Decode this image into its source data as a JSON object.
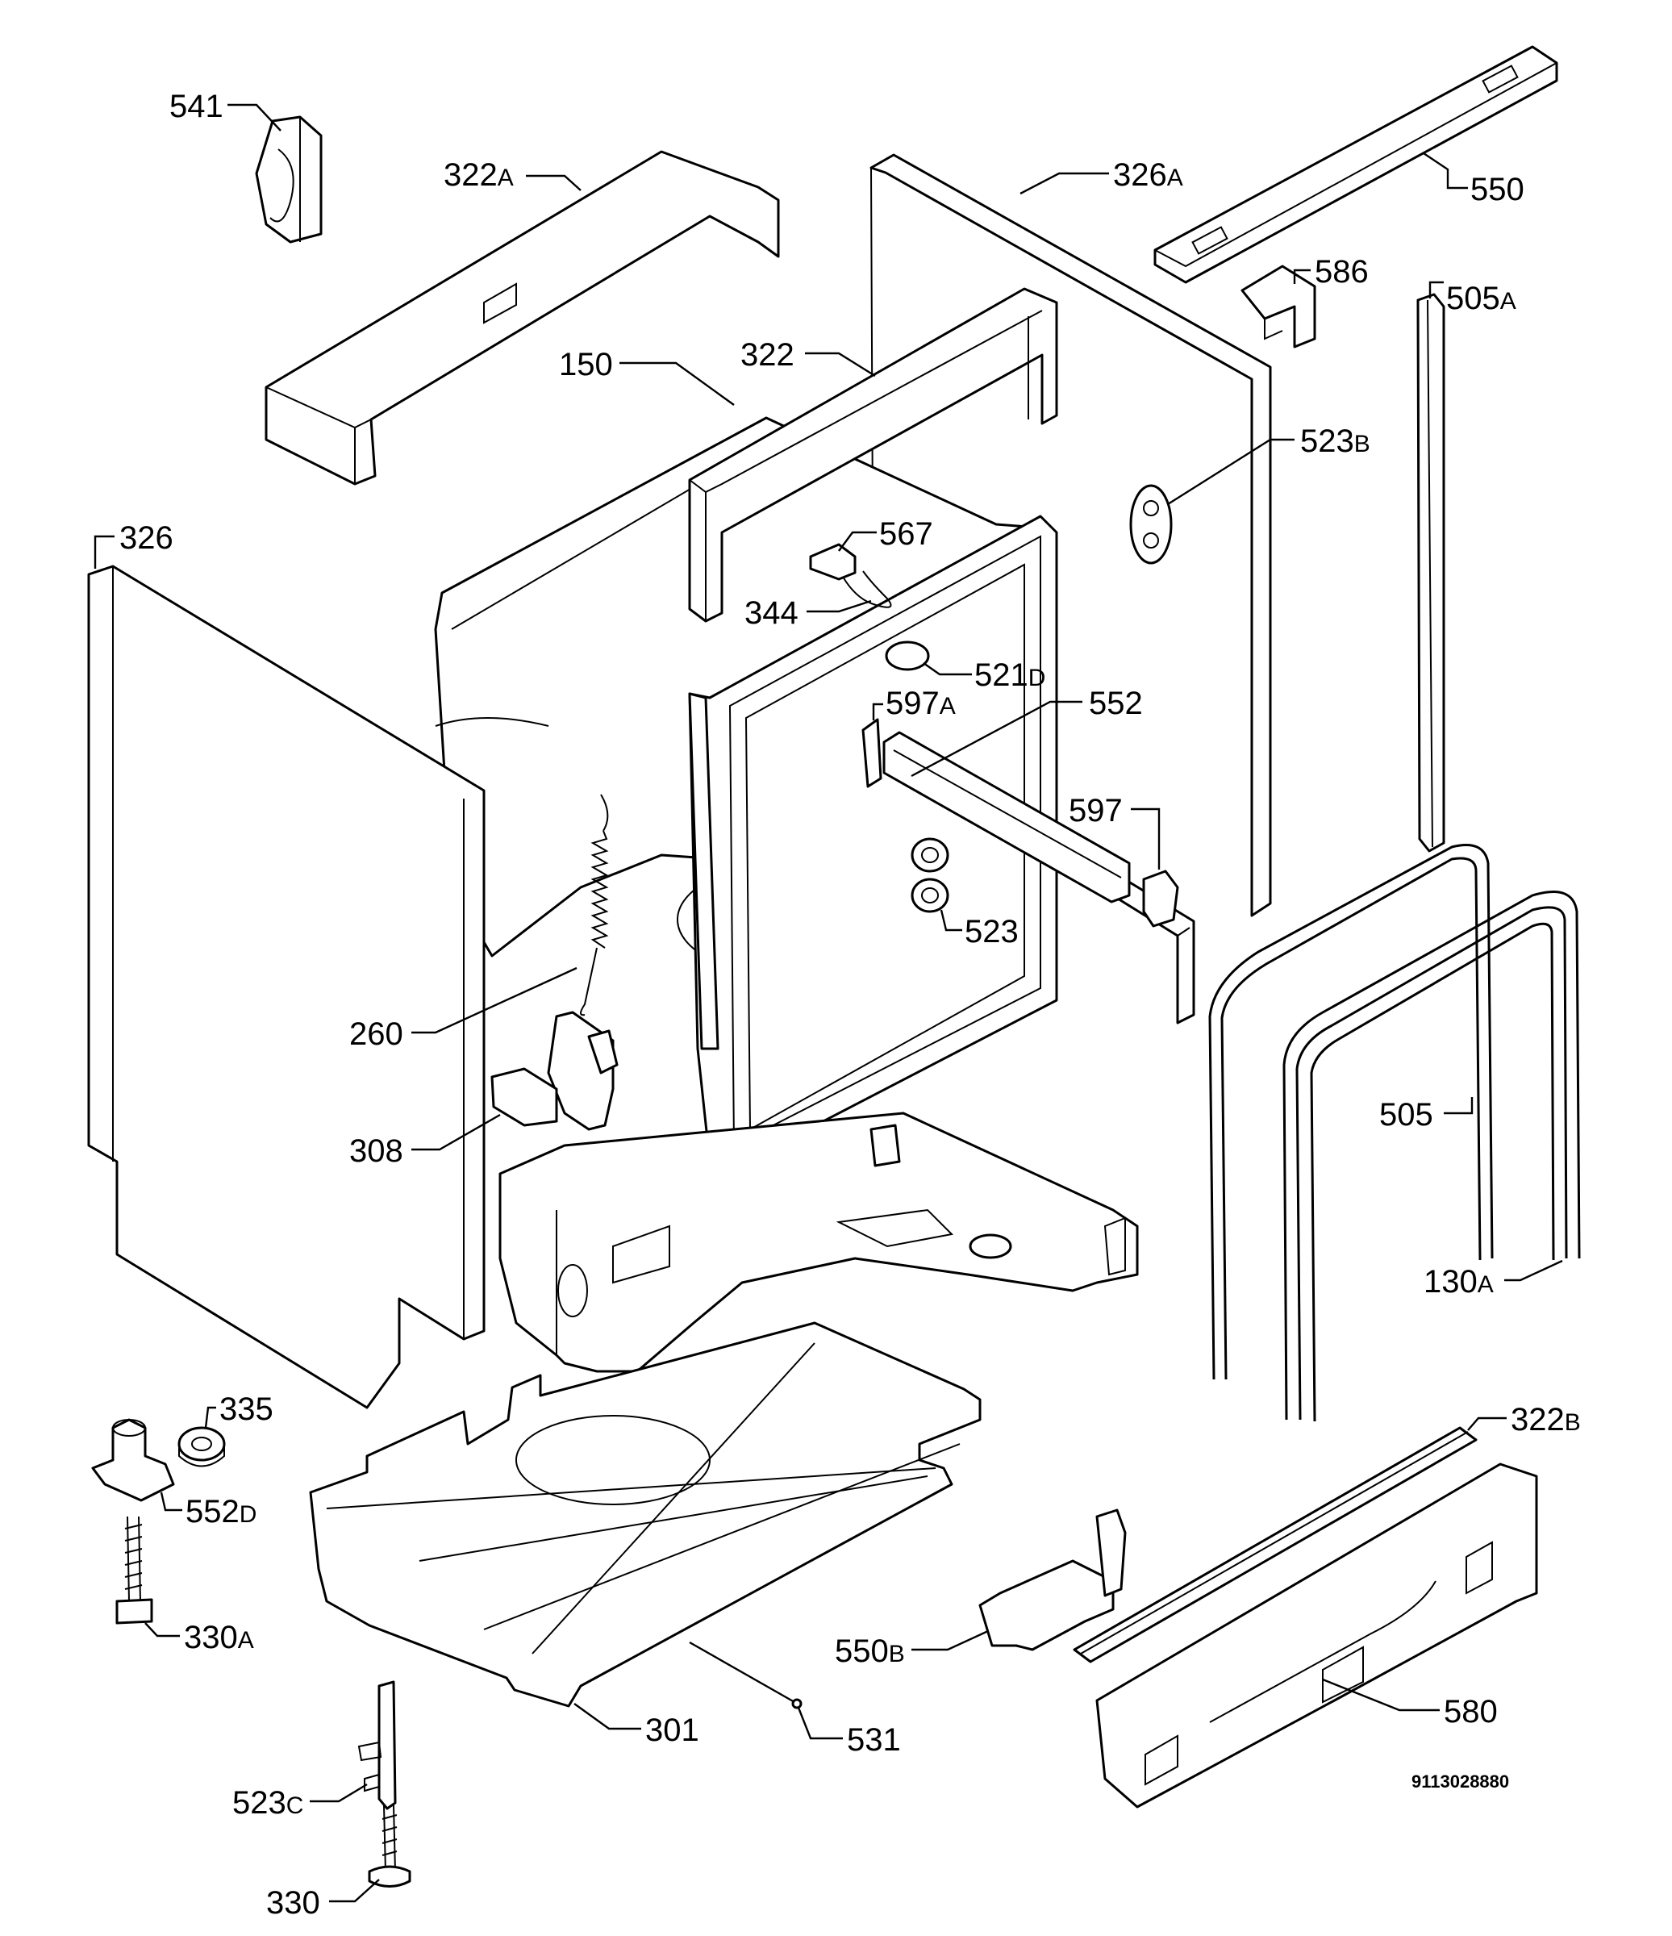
{
  "diagram": {
    "document_number": "9113028880",
    "callouts": [
      {
        "num": "541",
        "sfx": ""
      },
      {
        "num": "322",
        "sfx": "A"
      },
      {
        "num": "326",
        "sfx": "A"
      },
      {
        "num": "550",
        "sfx": ""
      },
      {
        "num": "586",
        "sfx": ""
      },
      {
        "num": "505",
        "sfx": "A"
      },
      {
        "num": "150",
        "sfx": ""
      },
      {
        "num": "322",
        "sfx": ""
      },
      {
        "num": "523",
        "sfx": "B"
      },
      {
        "num": "326",
        "sfx": ""
      },
      {
        "num": "567",
        "sfx": ""
      },
      {
        "num": "344",
        "sfx": ""
      },
      {
        "num": "521",
        "sfx": "D"
      },
      {
        "num": "597",
        "sfx": "A"
      },
      {
        "num": "552",
        "sfx": ""
      },
      {
        "num": "597",
        "sfx": ""
      },
      {
        "num": "523",
        "sfx": ""
      },
      {
        "num": "260",
        "sfx": ""
      },
      {
        "num": "308",
        "sfx": ""
      },
      {
        "num": "505",
        "sfx": ""
      },
      {
        "num": "130",
        "sfx": "A"
      },
      {
        "num": "335",
        "sfx": ""
      },
      {
        "num": "322",
        "sfx": "B"
      },
      {
        "num": "552",
        "sfx": "D"
      },
      {
        "num": "330",
        "sfx": "A"
      },
      {
        "num": "550",
        "sfx": "B"
      },
      {
        "num": "580",
        "sfx": ""
      },
      {
        "num": "301",
        "sfx": ""
      },
      {
        "num": "531",
        "sfx": ""
      },
      {
        "num": "523",
        "sfx": "C"
      },
      {
        "num": "330",
        "sfx": ""
      }
    ]
  }
}
